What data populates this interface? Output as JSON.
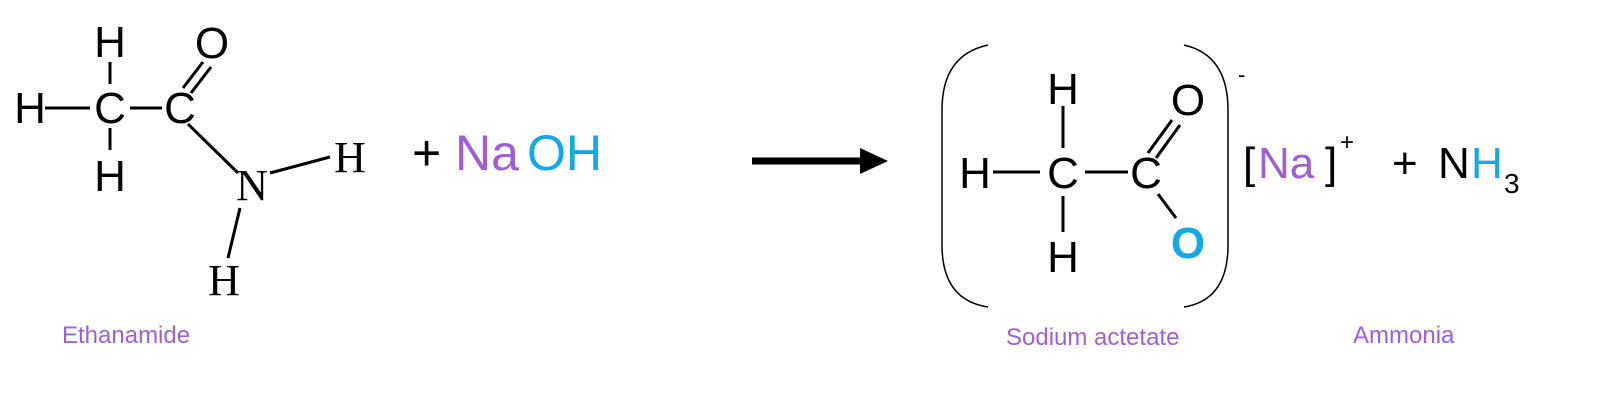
{
  "reactant": {
    "atoms": {
      "h_top": "H",
      "h_left": "H",
      "h_bottom": "H",
      "c1": "C",
      "c2": "C",
      "o": "O",
      "n": "N",
      "h_n1": "H",
      "h_n2": "H"
    },
    "name": "Ethanamide"
  },
  "reagent": {
    "plus": "+",
    "na": "Na",
    "oh": "OH"
  },
  "product": {
    "atoms": {
      "h_top": "H",
      "h_left": "H",
      "h_bottom": "H",
      "c1": "C",
      "c2": "C",
      "o": "O",
      "o_minus": "O"
    },
    "charge": "-",
    "name": "Sodium actetate"
  },
  "counter_ion": {
    "open": "[",
    "na": "Na",
    "close": "]",
    "charge": "+"
  },
  "byproduct": {
    "plus": "+",
    "n": "N",
    "h": "H",
    "subscript": "3",
    "name": "Ammonia"
  },
  "colors": {
    "purple": "#a05fd0",
    "blue": "#12a9e6",
    "black": "#000000"
  }
}
